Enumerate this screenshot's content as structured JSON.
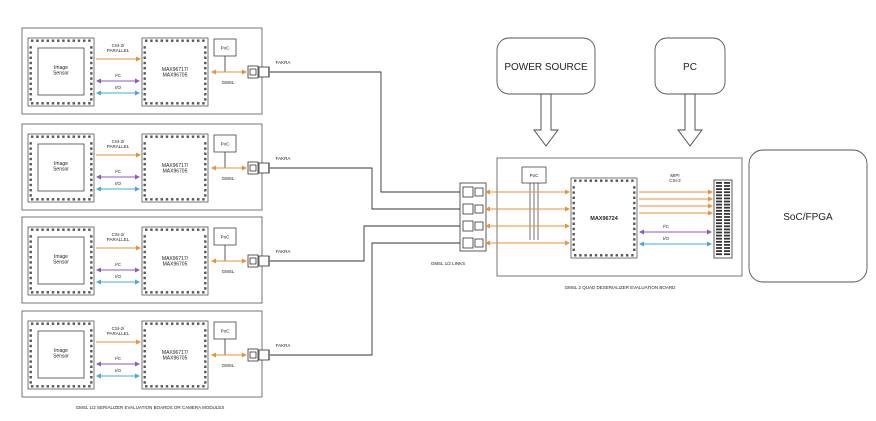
{
  "colors": {
    "csi": "#e8923a",
    "i2c": "#8a5bbf",
    "io": "#4aa8d8",
    "line": "#333333",
    "box": "#555555",
    "pin": "#555555"
  },
  "modules": [
    {
      "image_sensor": "Image\nSensor",
      "csi": "CSI-2/\nPARALLEL",
      "i2c": "I²C",
      "io": "I/O",
      "chip": "MAX96717/\nMAX96705",
      "poc": "PoC",
      "gmsl": "GMSL",
      "fakra": "FAKRA"
    },
    {
      "image_sensor": "Image\nSensor",
      "csi": "CSI-2/\nPARALLEL",
      "i2c": "I²C",
      "io": "I/O",
      "chip": "MAX96717/\nMAX96705",
      "poc": "PoC",
      "gmsl": "GMSL",
      "fakra": "FAKRA"
    },
    {
      "image_sensor": "Image\nSensor",
      "csi": "CSI-2/\nPARALLEL",
      "i2c": "I²C",
      "io": "I/O",
      "chip": "MAX96717/\nMAX96705",
      "poc": "PoC",
      "gmsl": "GMSL",
      "fakra": "FAKRA"
    },
    {
      "image_sensor": "Image\nSensor",
      "csi": "CSI-2/\nPARALLEL",
      "i2c": "I²C",
      "io": "I/O",
      "chip": "MAX96717/\nMAX96705",
      "poc": "PoC",
      "gmsl": "GMSL",
      "fakra": "FAKRA"
    }
  ],
  "serializer_caption": "GMSL 1/2 SERIALIZER EVALUATION BOARDS OR CAMERA MODULES",
  "links_label": "GMSL 1/2 LINKS",
  "power_source": "POWER SOURCE",
  "pc": "PC",
  "deser": {
    "poc": "PoC",
    "chip": "MAX96724",
    "mipi": "MIPI\nCSI-2",
    "i2c": "I²C",
    "io": "I/O",
    "caption": "GMSL 2 QUAD DESERIALIZER EVALUATION BOARD"
  },
  "soc": "SoC/FPGA"
}
